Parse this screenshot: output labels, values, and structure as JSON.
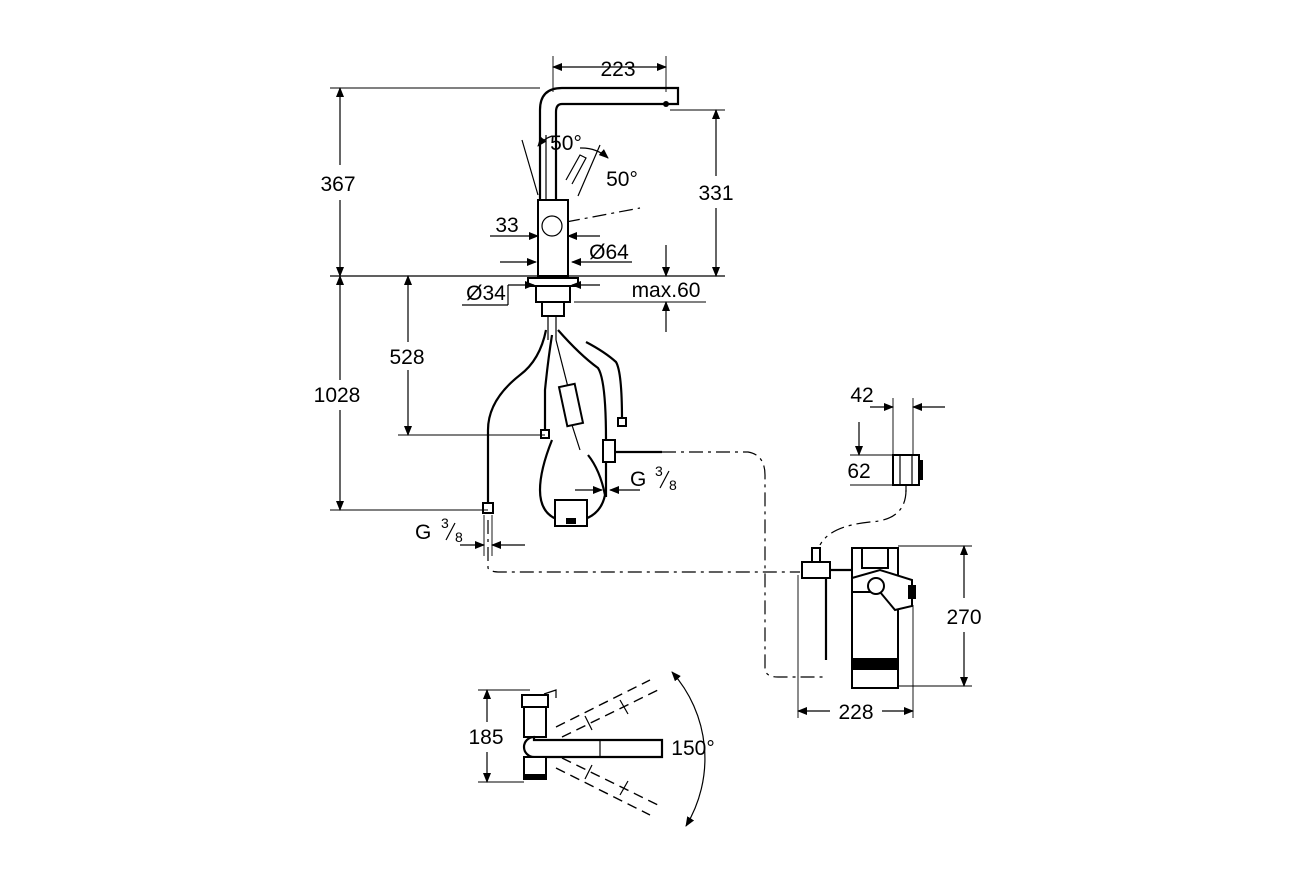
{
  "dimensions": {
    "spout_reach": "223",
    "total_height": "367",
    "spout_height": "331",
    "lever_angle_left": "50°",
    "lever_angle_right": "50°",
    "lever_width": "33",
    "base_diameter": "Ø64",
    "hole_diameter": "Ø34",
    "max_deck_thickness": "max.60",
    "hose_length_short": "528",
    "hose_length_long": "1028",
    "connection_thread_left": "G",
    "connection_thread_right": "G",
    "thread_fraction_num": "3",
    "thread_fraction_den": "8",
    "sensor_width": "42",
    "sensor_height": "62",
    "filter_height": "270",
    "filter_width": "228",
    "plan_depth": "185",
    "swivel_angle": "150°"
  }
}
